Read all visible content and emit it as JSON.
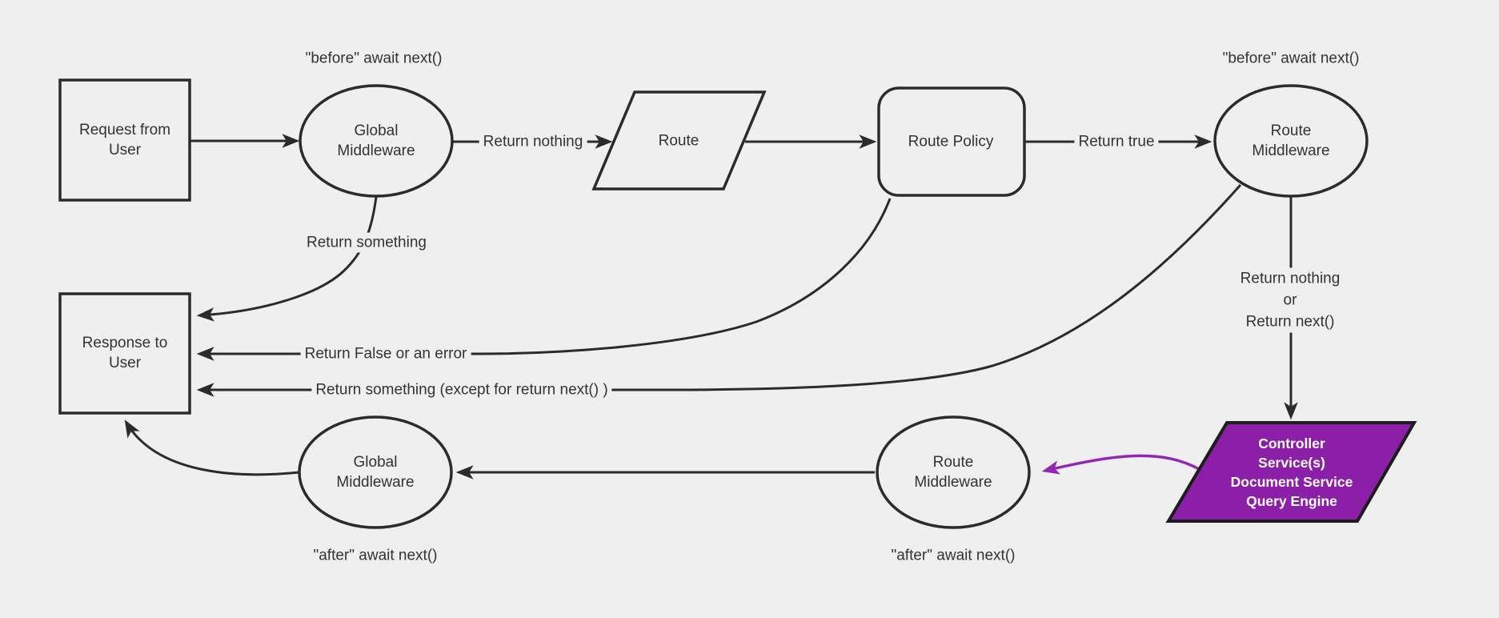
{
  "diagram": {
    "background_color": "#efefef",
    "line_color": "#2b2b2b",
    "text_color": "#333333",
    "purple_fill": "#8b1fa8",
    "purple_edge_color": "#9128b4"
  },
  "nodes": {
    "request": {
      "label": "Request from User"
    },
    "global_middleware_top": {
      "label": "Global Middleware"
    },
    "route": {
      "label": "Route"
    },
    "route_policy": {
      "label": "Route Policy"
    },
    "route_middleware_top": {
      "label": "Route Middleware"
    },
    "controller": {
      "lines": [
        "Controller",
        "Service(s)",
        "Document Service",
        "Query Engine"
      ]
    },
    "response": {
      "label": "Response to User"
    },
    "global_middleware_bottom": {
      "label": "Global Middleware"
    },
    "route_middleware_bottom": {
      "label": "Route Middleware"
    }
  },
  "edge_labels": {
    "return_nothing": "Return nothing",
    "return_true": "Return true",
    "return_something": "Return something",
    "return_false": "Return False or an error",
    "return_except": "Return something (except for return next() )",
    "return_nothing_or_next": [
      "Return nothing",
      "or",
      "Return next()"
    ]
  },
  "annotations": {
    "before_left": "\"before\" await next()",
    "before_right": "\"before\" await next()",
    "after_left": "\"after\" await next()",
    "after_right": "\"after\" await next()"
  }
}
